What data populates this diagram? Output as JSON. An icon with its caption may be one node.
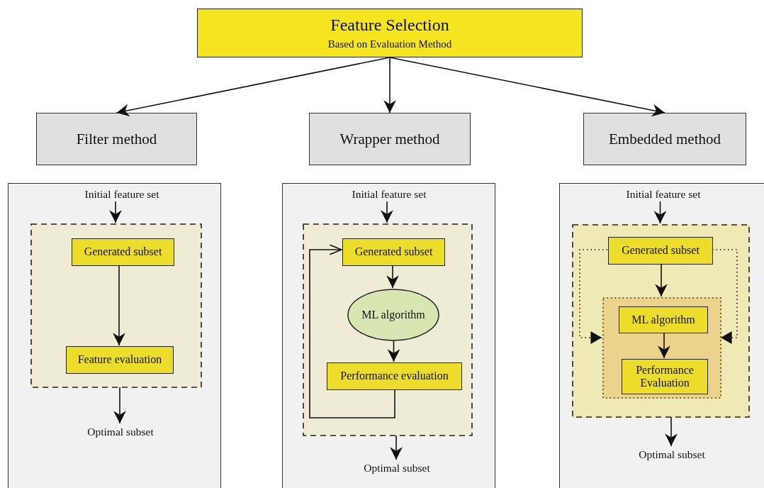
{
  "diagram": {
    "nodes": [
      {
        "text": [
          "Feature Selection",
          "Based on Evaluation Method"
        ]
      },
      {
        "text": [
          "Filter method"
        ]
      },
      {
        "text": [
          "Wrapper method"
        ]
      },
      {
        "text": [
          "Embedded method"
        ]
      },
      {
        "text": [],
        "shape": "box"
      },
      {
        "text": [
          "Initial feature set"
        ],
        "in": 4
      },
      {
        "text": [],
        "shape": "box",
        "in": 4
      },
      {
        "text": [
          "Generated subset"
        ],
        "in": 6
      },
      {
        "text": [
          "Feature evaluation"
        ],
        "in": 6
      },
      {
        "text": [
          "Optimal subset"
        ],
        "in": 4
      },
      {
        "text": [],
        "shape": "box"
      },
      {
        "text": [
          "Initial feature set"
        ],
        "in": 10
      },
      {
        "text": [],
        "shape": "box",
        "in": 10
      },
      {
        "text": [
          "Generated subset"
        ],
        "in": 12
      },
      {
        "text": [
          "ML algorithm"
        ],
        "in": 12
      },
      {
        "text": [
          "Performance evaluation"
        ],
        "in": 12
      },
      {
        "text": [
          "Optimal subset"
        ],
        "in": 10
      },
      {
        "text": [],
        "shape": "box"
      },
      {
        "text": [
          "Initial feature set"
        ],
        "in": 17
      },
      {
        "text": [],
        "shape": "box",
        "in": 17
      },
      {
        "text": [
          "Generated subset"
        ],
        "in": 19
      },
      {
        "text": [],
        "shape": "box",
        "in": 19
      },
      {
        "text": [
          "ML algorithm"
        ],
        "in": 21
      },
      {
        "text": [
          "Performance Evaluation"
        ],
        "in": 21
      },
      {
        "text": [
          "Optimal subset"
        ],
        "in": 17
      }
    ],
    "edges": [
      {
        "from": 0,
        "to": 1,
        "arrow": "to"
      },
      {
        "from": 0,
        "to": 2,
        "arrow": "to"
      },
      {
        "from": 0,
        "to": 3,
        "arrow": "to"
      },
      {
        "from": 5,
        "to": 6,
        "arrow": "to"
      },
      {
        "from": 7,
        "to": 8,
        "arrow": "to"
      },
      {
        "from": 6,
        "to": 9,
        "arrow": "to"
      },
      {
        "from": 11,
        "to": 12,
        "arrow": "to"
      },
      {
        "from": 13,
        "to": 14,
        "arrow": "to"
      },
      {
        "from": 14,
        "to": 15,
        "arrow": "to"
      },
      {
        "from": 15,
        "to": 13,
        "arrow": "to"
      },
      {
        "from": 12,
        "to": 16,
        "arrow": "to"
      },
      {
        "from": 18,
        "to": 19,
        "arrow": "to"
      },
      {
        "from": 20,
        "to": 21,
        "arrow": "to"
      },
      {
        "from": 22,
        "to": 23,
        "arrow": "to"
      },
      {
        "from": 20,
        "to": 21,
        "arrow": "to",
        "style": "dashed"
      },
      {
        "from": 20,
        "to": 21,
        "arrow": "to",
        "style": "dashed"
      },
      {
        "from": 19,
        "to": 24,
        "arrow": "to"
      }
    ]
  }
}
